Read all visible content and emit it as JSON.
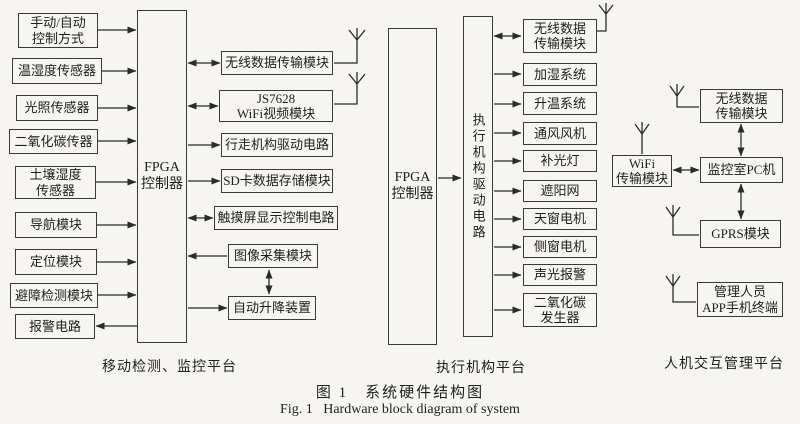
{
  "figure": {
    "caption_cn": "图 1　系统硬件结构图",
    "caption_en": "Fig. 1   Hardware block diagram of system"
  },
  "platforms": {
    "mobile_label": "移动检测、监控平台",
    "actuator_label": "执行机构平台",
    "hmi_label": "人机交互管理平台"
  },
  "mobile_platform": {
    "fpga": "FPGA\n控制器",
    "inputs": [
      "手动/自动\n控制方式",
      "温湿度传感器",
      "光照传感器",
      "二氧化碳传器",
      "土壤湿度\n传感器",
      "导航模块",
      "定位模块",
      "避障检测模块",
      "报警电路"
    ],
    "modules": [
      "无线数据传输模块",
      "JS7628\nWiFi视频模块",
      "行走机构驱动电路",
      "SD卡数据存储模块",
      "触摸屏显示控制电路",
      "图像采集模块",
      "自动升降装置"
    ]
  },
  "actuator_platform": {
    "fpga": "FPGA\n控制器",
    "driver": "执行机构驱动电路",
    "outputs": [
      "无线数据\n传输模块",
      "加湿系统",
      "升温系统",
      "通风风机",
      "补光灯",
      "遮阳网",
      "天窗电机",
      "侧窗电机",
      "声光报警",
      "二氧化碳\n发生器"
    ]
  },
  "hmi_platform": {
    "wifi": "WiFi\n传输模块",
    "wireless": "无线数据\n传输模块",
    "pc": "监控室PC机",
    "gprs": "GPRS模块",
    "app": "管理人员\nAPP手机终端"
  },
  "colors": {
    "line": "#2b2b2b",
    "background": "#f6f5f1",
    "border": "#3a3a3a"
  }
}
